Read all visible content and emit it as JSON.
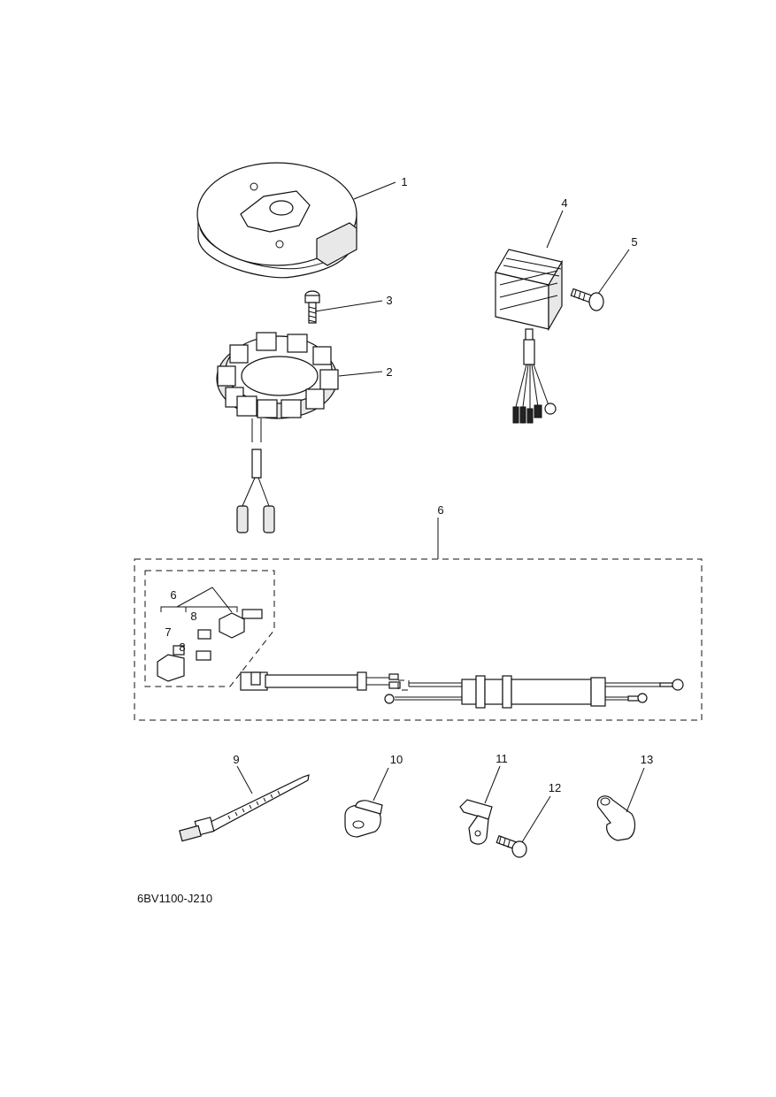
{
  "diagram": {
    "drawing_code": "6BV1100-J210",
    "callouts": {
      "p1": "1",
      "p2": "2",
      "p3": "3",
      "p4": "4",
      "p5": "5",
      "p6": "6",
      "p6_inner": "6",
      "p7": "7",
      "p8a": "8",
      "p8b": "8",
      "p9": "9",
      "p10": "10",
      "p11": "11",
      "p12": "12",
      "p13": "13"
    }
  }
}
